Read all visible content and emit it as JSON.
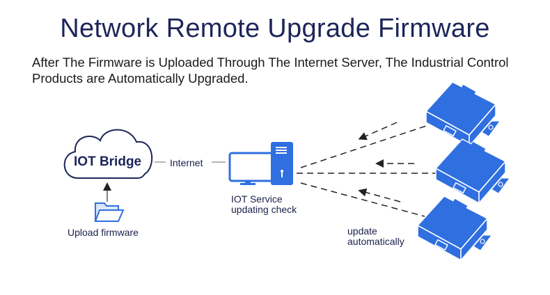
{
  "title": "Network Remote Upgrade Firmware",
  "subtitle": "After The Firmware is Uploaded Through The Internet Server, The Industrial Control Products are Automatically Upgraded.",
  "nodes": {
    "cloud": {
      "label": "IOT Bridge",
      "icon": "cloud-icon"
    },
    "upload": {
      "label": "Upload firmware",
      "icon": "folder-icon"
    },
    "link": {
      "label": "Internet"
    },
    "server": {
      "label_line1": "IOT Service",
      "label_line2": "updating check",
      "icon": "computer-icon"
    },
    "devices": {
      "label_line1": "update",
      "label_line2": "automatically",
      "icon": "device-icon",
      "count": 3
    }
  },
  "colors": {
    "accent": "#2f6fe0",
    "title": "#1c2559",
    "line": "#222222"
  }
}
